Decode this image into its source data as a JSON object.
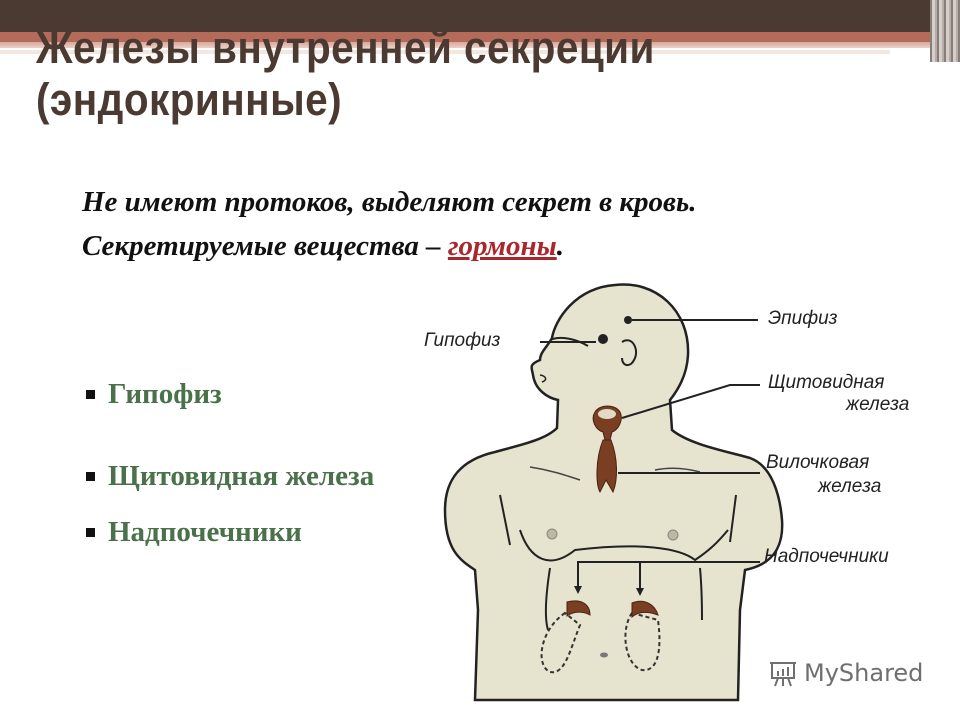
{
  "slide": {
    "title": "Железы внутренней секреции (эндокринные)",
    "subtitle_line1": "Не имеют протоков, выделяют секрет в кровь.",
    "subtitle_line2_prefix": "Секретируемые вещества – ",
    "subtitle_line2_highlight": "гормоны",
    "subtitle_line2_suffix": ".",
    "bullets": [
      {
        "label": "Гипофиз"
      },
      {
        "label": "Щитовидная железа"
      },
      {
        "label": "Надпочечники"
      }
    ]
  },
  "diagram": {
    "labels": {
      "pituitary": "Гипофиз",
      "pineal": "Эпифиз",
      "thyroid_1": "Щитовидная",
      "thyroid_2": "железа",
      "thymus_1": "Вилочковая",
      "thymus_2": "железа",
      "adrenal": "Надпочечники"
    }
  },
  "watermark": {
    "text": "MyShared",
    "icon": "presentation-board-icon"
  },
  "colors": {
    "header_dark": "#4a3a31",
    "header_accent": "#b56b5a",
    "title": "#4a3a31",
    "bullet_text": "#4a7149",
    "highlight": "#a8282e",
    "skin": "#e6e3cf",
    "gland": "#7a3e22"
  }
}
